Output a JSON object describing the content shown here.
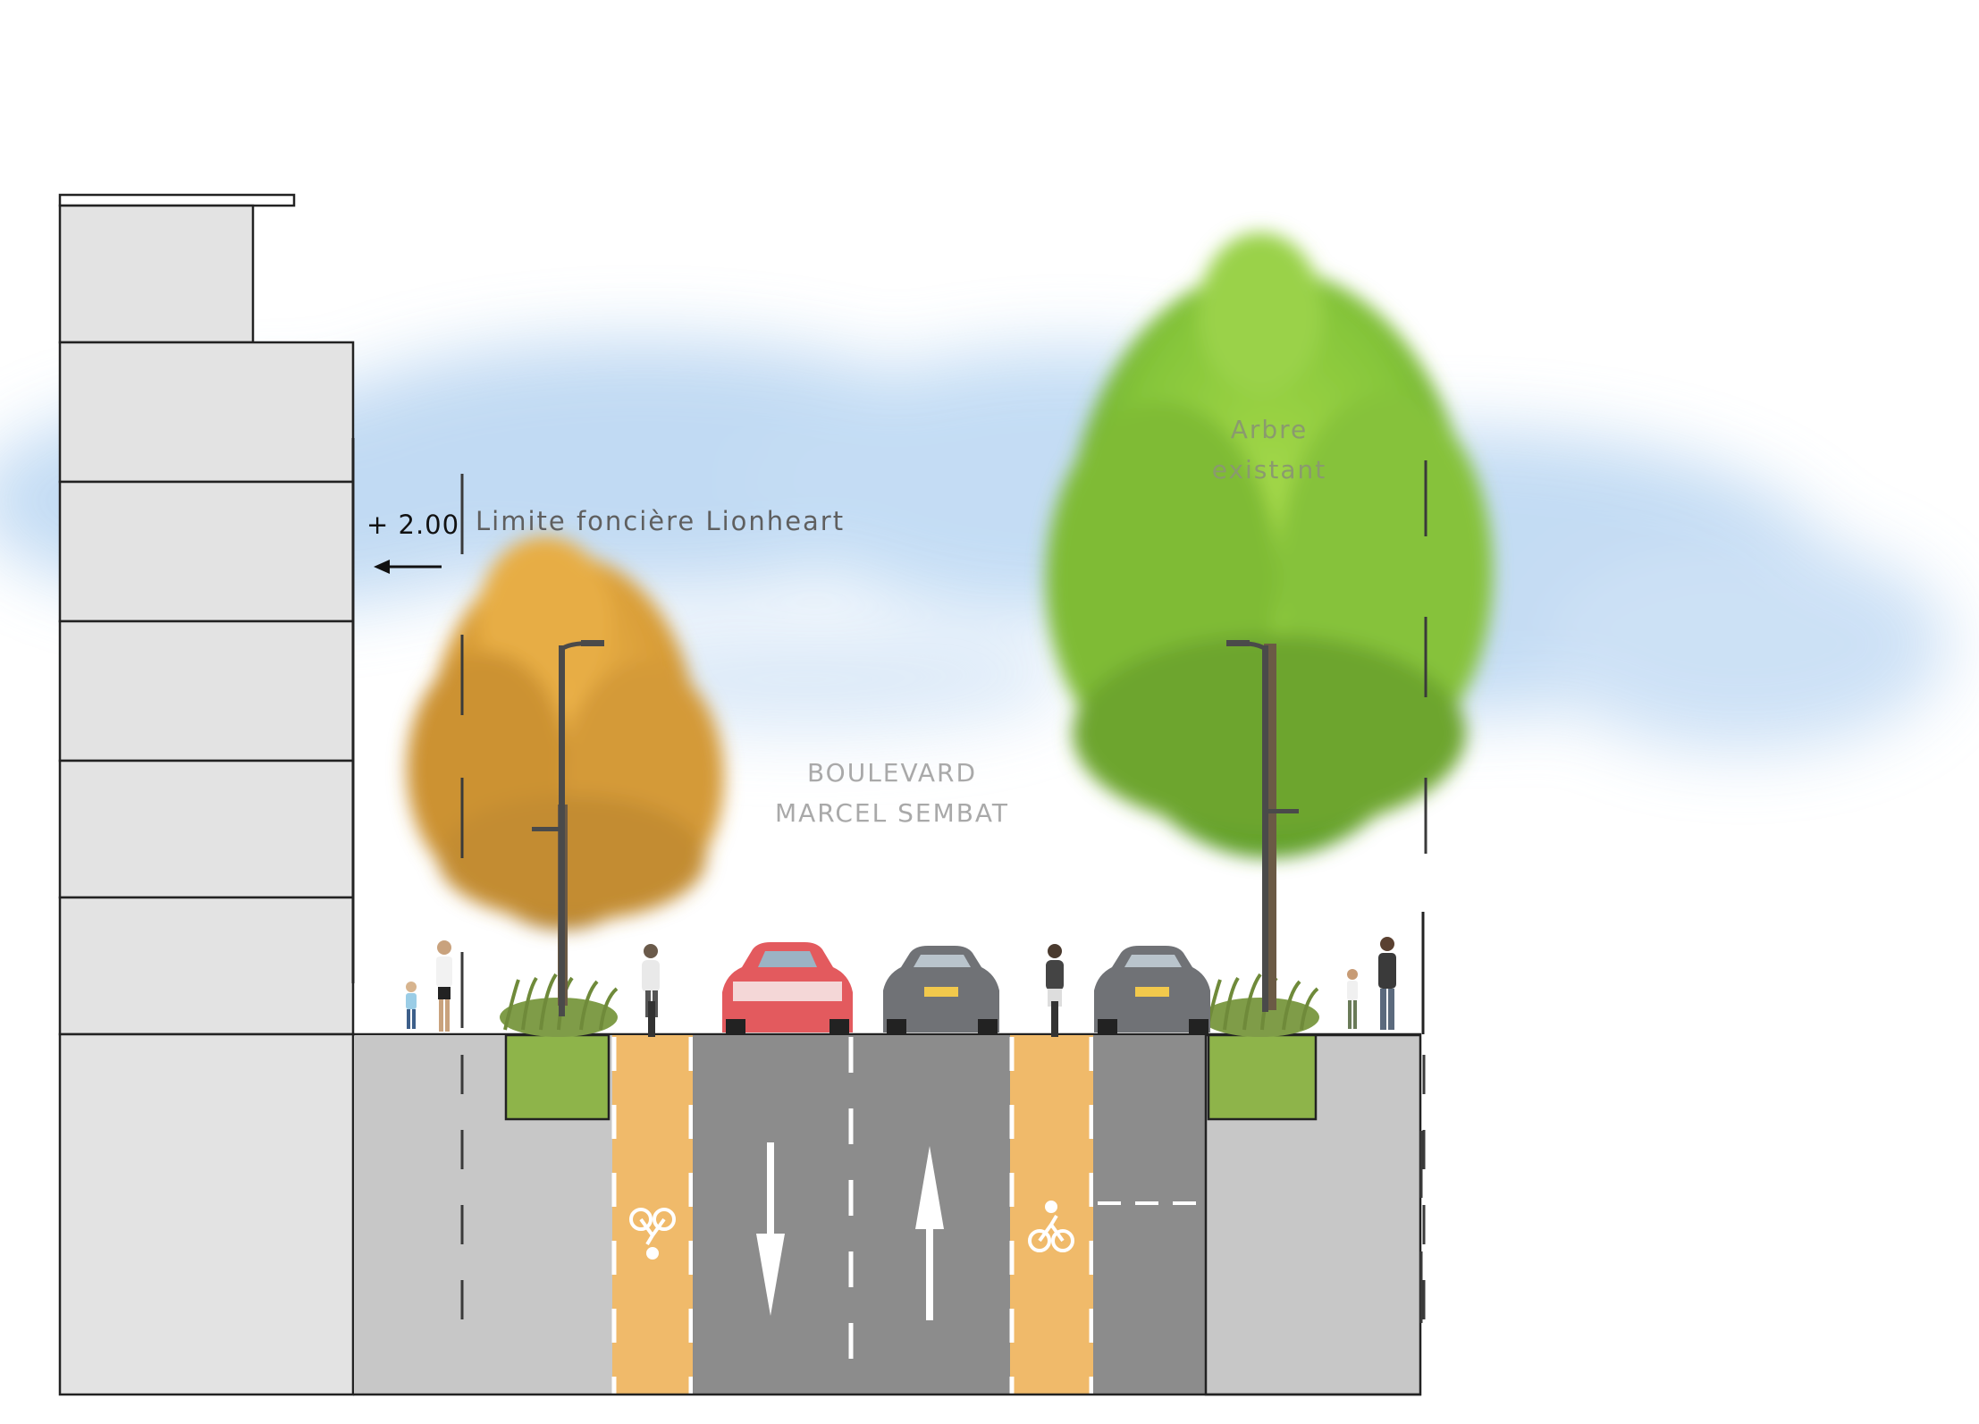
{
  "labels": {
    "level": "+ 2.00",
    "property_limit": "Limite foncière Lionheart",
    "street_name_line1": "BOULEVARD",
    "street_name_line2": "MARCEL SEMBAT",
    "tree_line1": "Arbre",
    "tree_line2": "existant"
  },
  "colors": {
    "building": "#e3e3e3",
    "sidewalk": "#c7c7c7",
    "roadway": "#8c8c8c",
    "bike_lane": "#f0ba6a",
    "planter": "#8eb44a",
    "autumn_tree": "#d9a33a",
    "green_tree": "#8ccc3c",
    "sky": "#b9d6f2"
  }
}
